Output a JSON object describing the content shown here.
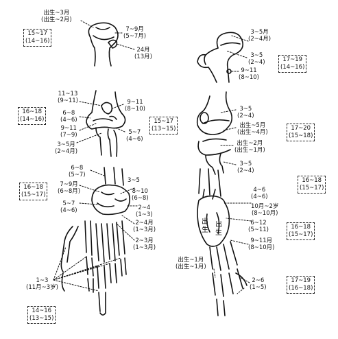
{
  "panels": {
    "humerus": {
      "label_head": [
        "出生~3月",
        "(出生~2月)"
      ],
      "label_tub": [
        "7~9月",
        "(5~7月)"
      ],
      "label_lat": [
        "24月",
        "(13月)"
      ],
      "fusion": [
        "15~17",
        "(14~16)"
      ]
    },
    "shoulder_side": {
      "label_top": [
        "3~5月",
        "(2~4月)"
      ],
      "label_mid": [
        "3~5",
        "(2~4)"
      ],
      "label_low": [
        "9~11",
        "(8~10)"
      ],
      "fusion": [
        "17~19",
        "(14~16)"
      ]
    },
    "elbow_front": {
      "label_a": [
        "11~13",
        "(9~11)"
      ],
      "label_b": [
        "6~8",
        "(4~6)"
      ],
      "label_c": [
        "9~11",
        "(8~10)"
      ],
      "label_d": [
        "9~11",
        "(7~9)"
      ],
      "label_e": [
        "5~7",
        "(4~6)"
      ],
      "label_f": [
        "3~5月",
        "(2~4月)"
      ],
      "fusion_left": [
        "16~18",
        "(14~16)"
      ],
      "fusion_right": [
        "15~17",
        "(13~15)"
      ]
    },
    "knee_side": {
      "label_a": [
        "3~5",
        "(2~4)"
      ],
      "label_b": [
        "出生~5月",
        "(出生~4月)"
      ],
      "label_c": [
        "出生~2月",
        "(出生~1月)"
      ],
      "label_d": [
        "3~5",
        "(2~4)"
      ],
      "fusion": [
        "17~20",
        "(15~18)"
      ]
    },
    "hand": {
      "label_a": [
        "6~8",
        "(5~7)"
      ],
      "label_b": [
        "7~9月",
        "(6~8月)"
      ],
      "label_c": [
        "5~7",
        "(4~6)"
      ],
      "label_d": [
        "3~5"
      ],
      "label_e": [
        "8~10",
        "(6~8)"
      ],
      "label_f": [
        "2~4",
        "(1~3)"
      ],
      "label_g": [
        "2~4月",
        "(1~3月)"
      ],
      "label_h": [
        "2~3月",
        "(1~3月)"
      ],
      "label_i": [
        "1~3",
        "(11月~3岁)"
      ],
      "fusion_top": [
        "16~18",
        "(15~17)"
      ],
      "fusion_bottom": [
        "14~16",
        "(13~15)"
      ]
    },
    "foot": {
      "label_a": [
        "4~6",
        "(4~6)"
      ],
      "label_b": [
        "10月~2岁",
        "(8~10月)"
      ],
      "label_c": [
        "6~12",
        "(5~11)"
      ],
      "label_d": [
        "9~11月",
        "(8~10月)"
      ],
      "label_e": [
        "出生~1月",
        "(出生~1月)"
      ],
      "label_f": [
        "2~6",
        "(1~5)"
      ],
      "bone_text": [
        "出",
        "生",
        "出",
        "生"
      ],
      "fusion_top": [
        "16~18",
        "(15~17)"
      ],
      "fusion_mid": [
        "16~18",
        "(15~17)"
      ],
      "fusion_bottom": [
        "17~19",
        "(16~18)"
      ]
    }
  }
}
